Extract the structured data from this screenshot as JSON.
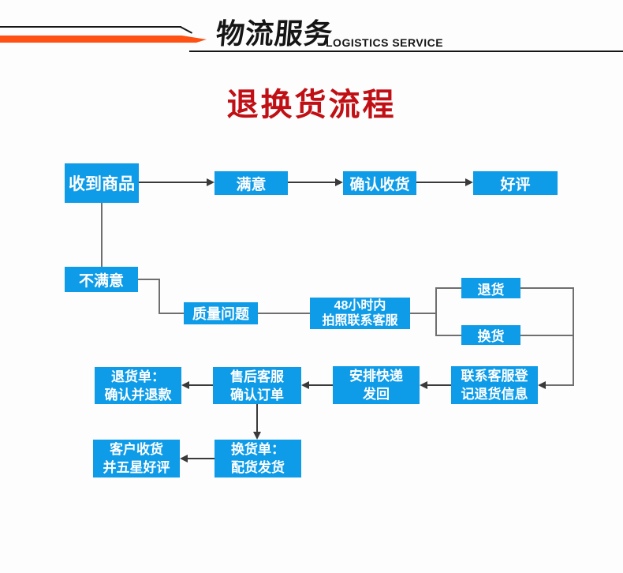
{
  "colors": {
    "page_bg": "#fdfdfd",
    "box_blue": "#0E9BE8",
    "accent_orange": "#FF5113",
    "title_red": "#C01015",
    "line_black": "#151515",
    "arrow_dark": "#3A3A3A",
    "connector_gray": "#6F6F6F"
  },
  "header": {
    "brand_cn": "物流服务",
    "brand_en": "LOGISTICS SERVICE"
  },
  "title": "退换货流程",
  "flow": {
    "receive": {
      "label": "收到商品"
    },
    "satisfied": {
      "label": "满意"
    },
    "confirm": {
      "label": "确认收货"
    },
    "praise": {
      "label": "好评"
    },
    "unsatisfied": {
      "label": "不满意"
    },
    "quality": {
      "label": "质量问题"
    },
    "contact48": {
      "line1": "48小时内",
      "line2": "拍照联系客服"
    },
    "return_opt": {
      "label": "退货"
    },
    "exchange_opt": {
      "label": "换货"
    },
    "register": {
      "line1": "联系客服登",
      "line2": "记退货信息"
    },
    "courier": {
      "line1": "安排快递",
      "line2": "发回"
    },
    "aftersales": {
      "line1": "售后客服",
      "line2": "确认订单"
    },
    "refund": {
      "line1": "退货单：",
      "line2": "确认并退款"
    },
    "exchange_ship": {
      "line1": "换货单：",
      "line2": "配货发货"
    },
    "five_star": {
      "line1": "客户收货",
      "line2": "并五星好评"
    }
  }
}
